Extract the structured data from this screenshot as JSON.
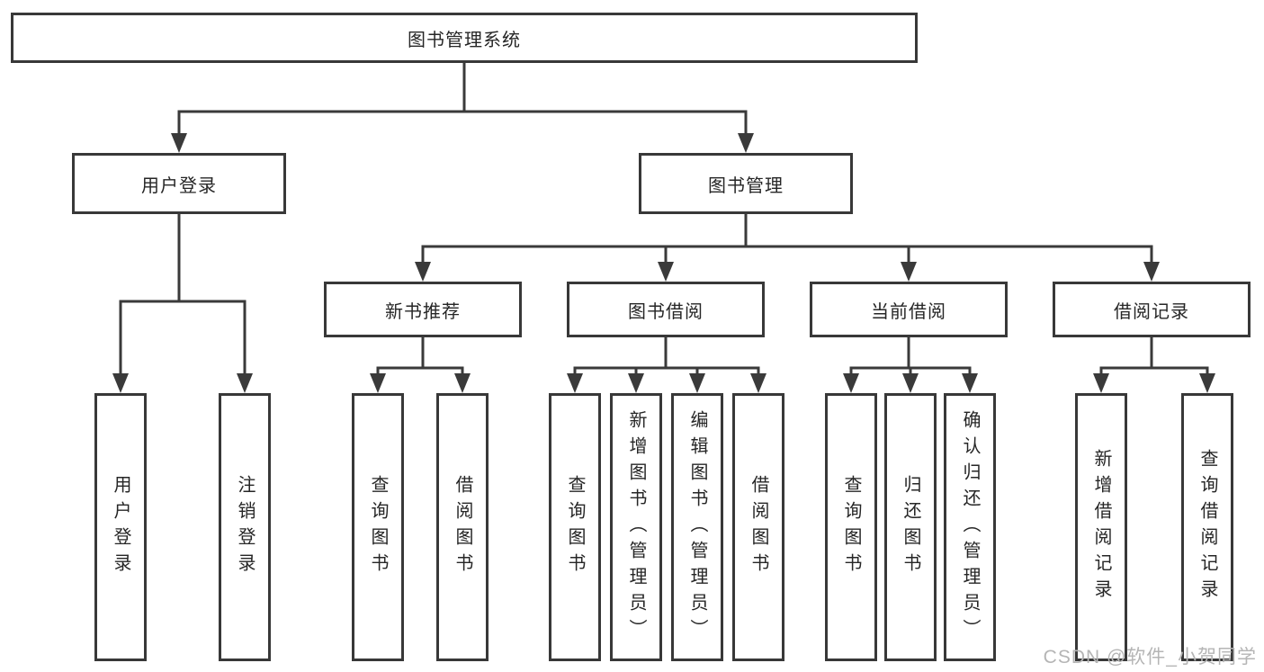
{
  "diagram": {
    "type": "hierarchy-tree",
    "tree": {
      "label": "图书管理系统",
      "children": [
        {
          "label": "用户登录",
          "children": [
            {
              "label": "用户登录"
            },
            {
              "label": "注销登录"
            }
          ]
        },
        {
          "label": "图书管理",
          "children": [
            {
              "label": "新书推荐",
              "children": [
                {
                  "label": "查询图书"
                },
                {
                  "label": "借阅图书"
                }
              ]
            },
            {
              "label": "图书借阅",
              "children": [
                {
                  "label": "查询图书"
                },
                {
                  "label": "新增图书（管理员）"
                },
                {
                  "label": "编辑图书（管理员）"
                },
                {
                  "label": "借阅图书"
                }
              ]
            },
            {
              "label": "当前借阅",
              "children": [
                {
                  "label": "查询图书"
                },
                {
                  "label": "归还图书"
                },
                {
                  "label": "确认归还（管理员）"
                }
              ]
            },
            {
              "label": "借阅记录",
              "children": [
                {
                  "label": "新增借阅记录"
                },
                {
                  "label": "查询借阅记录"
                }
              ]
            }
          ]
        }
      ]
    },
    "colors": {
      "line": "#3a3a3a",
      "box_border": "#383838",
      "text": "#262626",
      "box_bg": "#ffffff",
      "watermark": "#b5b5b5"
    }
  },
  "watermark": {
    "text": "CSDN @软件_小贺同学"
  }
}
